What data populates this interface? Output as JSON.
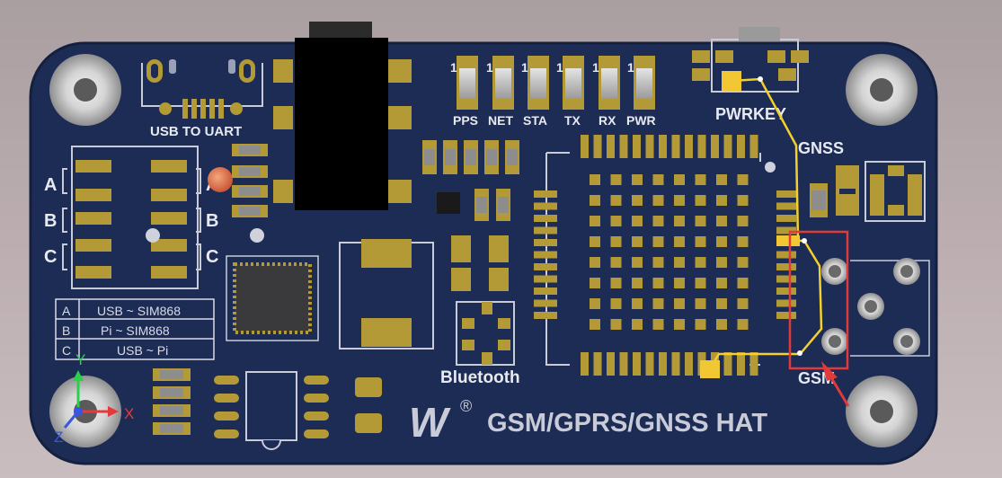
{
  "board": {
    "brand_mark": "W",
    "registered_mark": "®",
    "title": "GSM/GPRS/GNSS HAT",
    "usb_to_uart": "USB TO UART",
    "pwrkey": "PWRKEY",
    "gnss": "GNSS",
    "gsm": "GSM",
    "bluetooth": "Bluetooth",
    "led_count_prefix": "1",
    "leds": [
      "PPS",
      "NET",
      "STA",
      "TX",
      "RX",
      "PWR"
    ],
    "switch_letters": [
      "A",
      "B",
      "C"
    ],
    "mode_table": [
      {
        "key": "A",
        "value": "USB ~ SIM868"
      },
      {
        "key": "B",
        "value": "Pi ~ SIM868"
      },
      {
        "key": "C",
        "value": "USB ~ Pi"
      }
    ]
  },
  "axes_gizmo": {
    "x": "X",
    "y": "Y",
    "z": "Z"
  },
  "colors": {
    "background": "#b7a9ab",
    "pcb": "#1c2c55",
    "pad_gold": "#b39a36",
    "trace_yellow": "#f5cf2a",
    "highlight_red": "#e23a3a",
    "silkscreen": "#e8eaf2"
  }
}
